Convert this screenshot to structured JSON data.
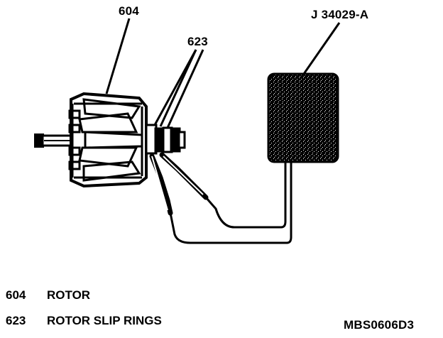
{
  "callouts": {
    "rotor_number": "604",
    "slip_rings_number": "623",
    "tester_tool": "J 34029-A"
  },
  "legend": [
    {
      "number": "604",
      "text": "ROTOR"
    },
    {
      "number": "623",
      "text": "ROTOR SLIP RINGS"
    }
  ],
  "figure_code": "MBS0606D3"
}
